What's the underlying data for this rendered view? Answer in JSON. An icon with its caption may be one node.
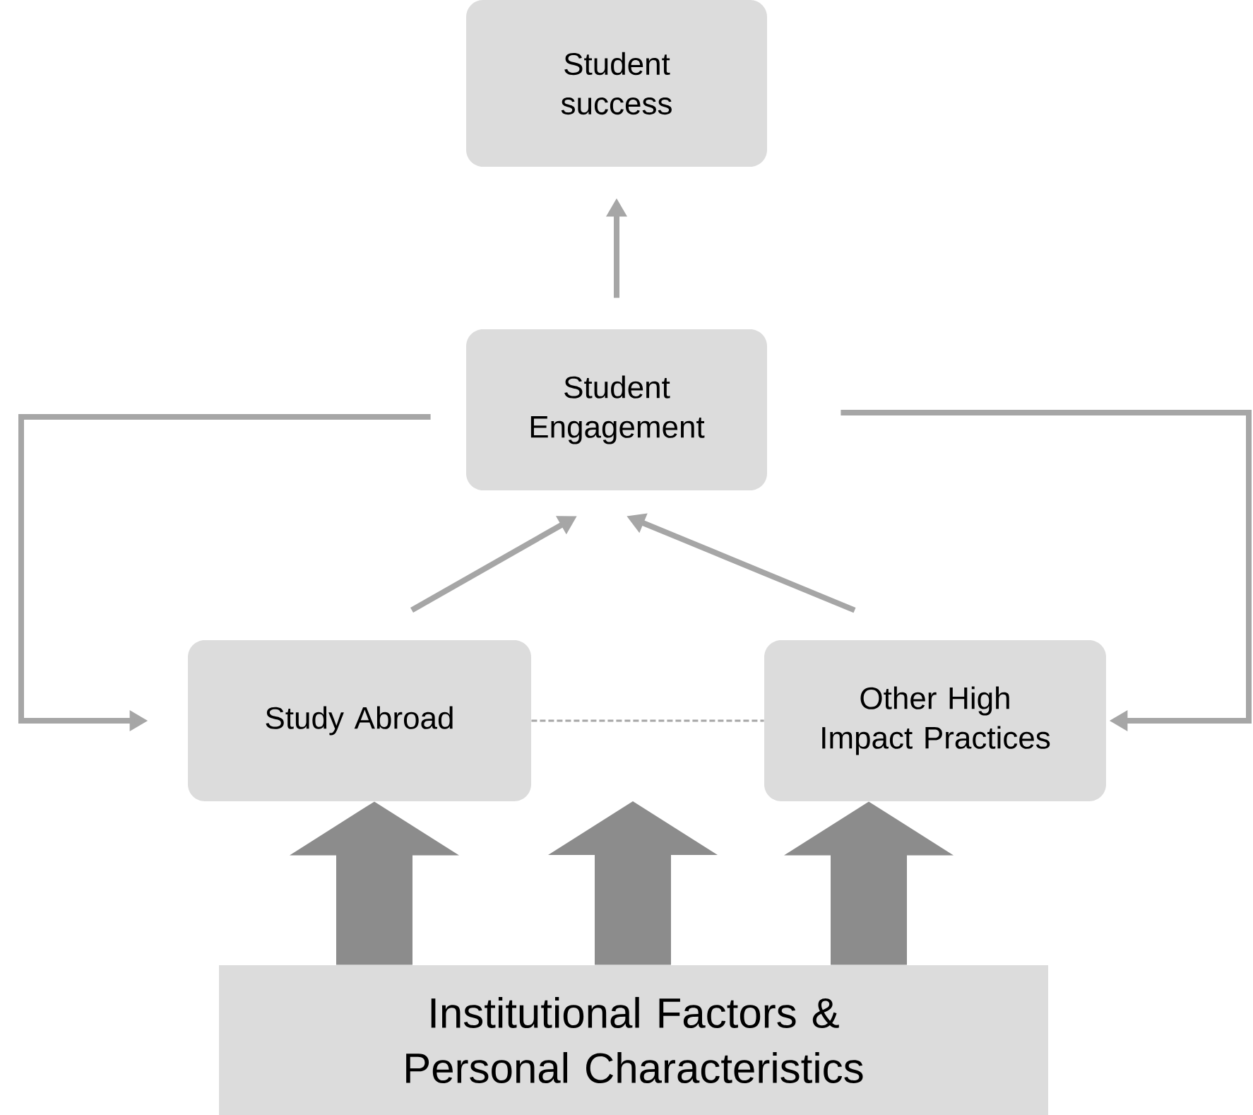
{
  "diagram": {
    "nodes": [
      {
        "text": [
          "Student success"
        ]
      },
      {
        "text": [
          "Student Engagement"
        ]
      },
      {
        "text": [
          "Study Abroad"
        ]
      },
      {
        "text": [
          "Other High Impact Practices"
        ]
      },
      {
        "text": [
          "Institutional Factors & Personal Characteristics"
        ]
      }
    ],
    "edges": [
      {
        "from": 1,
        "to": 0,
        "arrow": "to"
      },
      {
        "from": 2,
        "to": 1,
        "arrow": "to"
      },
      {
        "from": 3,
        "to": 1,
        "arrow": "to"
      },
      {
        "from": 1,
        "to": 2,
        "arrow": "to"
      },
      {
        "from": 1,
        "to": 3,
        "arrow": "to"
      },
      {
        "from": 2,
        "to": 3,
        "arrow": "none",
        "style": "dashed"
      },
      {
        "from": 4,
        "to": 2,
        "arrow": "to",
        "style": "thick"
      },
      {
        "from": 4,
        "to": null,
        "arrow": "to",
        "style": "thick"
      },
      {
        "from": 4,
        "to": 3,
        "arrow": "to",
        "style": "thick"
      }
    ]
  }
}
